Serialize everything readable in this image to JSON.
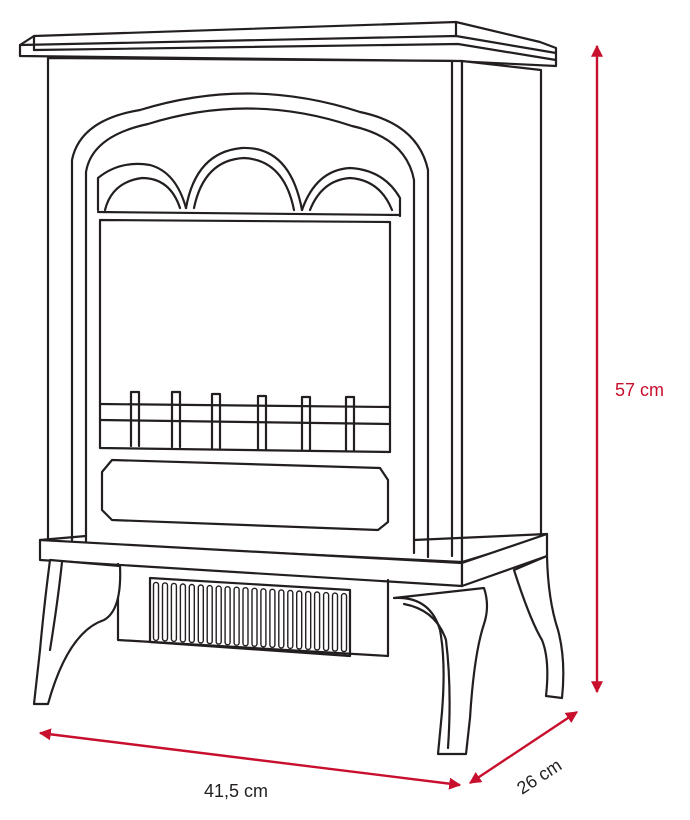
{
  "dimensions": {
    "height": {
      "label": "57 cm",
      "value": 57,
      "unit": "cm"
    },
    "width": {
      "label": "41,5 cm",
      "value": 41.5,
      "unit": "cm"
    },
    "depth": {
      "label": "26 cm",
      "value": 26,
      "unit": "cm"
    }
  },
  "colors": {
    "outline": "#231f20",
    "dimension": "#c8102e",
    "background": "#ffffff"
  },
  "grille": {
    "slot_count": 22
  }
}
